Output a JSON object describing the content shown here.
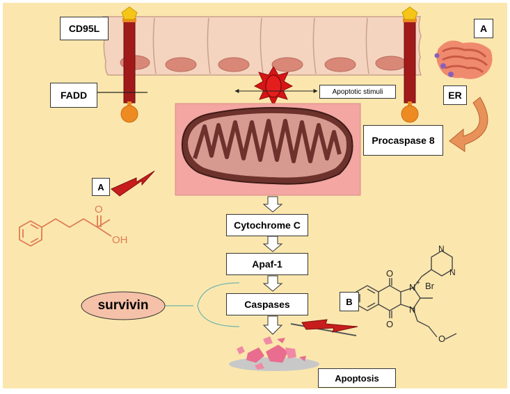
{
  "labels": {
    "cd95l": "CD95L",
    "fadd": "FADD",
    "apoptotic_stimuli": "Apoptotic stimuli",
    "er": "ER",
    "procaspase8": "Procaspase 8",
    "cytochrome_c": "Cytochrome C",
    "apaf1": "Apaf-1",
    "caspases": "Caspases",
    "survivin": "survivin",
    "apoptosis": "Apoptosis",
    "marker_a_top": "A",
    "marker_a_left": "A",
    "marker_b": "B"
  },
  "compound_a": {
    "atoms": {
      "oxygen": "O",
      "hydroxyl": "OH"
    }
  },
  "compound_b": {
    "atoms": {
      "n_plus": "N",
      "charge": "+",
      "bromide": "Br",
      "n_lower": "N",
      "oxo_top": "O",
      "oxo_bottom": "O",
      "methoxy_o": "O",
      "pyrazine_n1": "N",
      "pyrazine_n2": "N"
    }
  },
  "colors": {
    "background": "#fbe7ad",
    "membrane": "#f4d4be",
    "nucleus": "#d98878",
    "receptor": "#a01a1a",
    "ligand": "#f5c518",
    "receptor_end": "#ee8a22",
    "mito_backdrop": "#f3a6a2",
    "mito_outer": "#5a2a26",
    "signal": "#d61515",
    "molecule_stroke": "#e07a52",
    "survivin_fill": "#f5c1a8",
    "bracket": "#6fb3b0",
    "er_arrow": "#e8925a",
    "cell_debris": "#e86d8e",
    "debris_shadow": "#c8c8c8"
  }
}
